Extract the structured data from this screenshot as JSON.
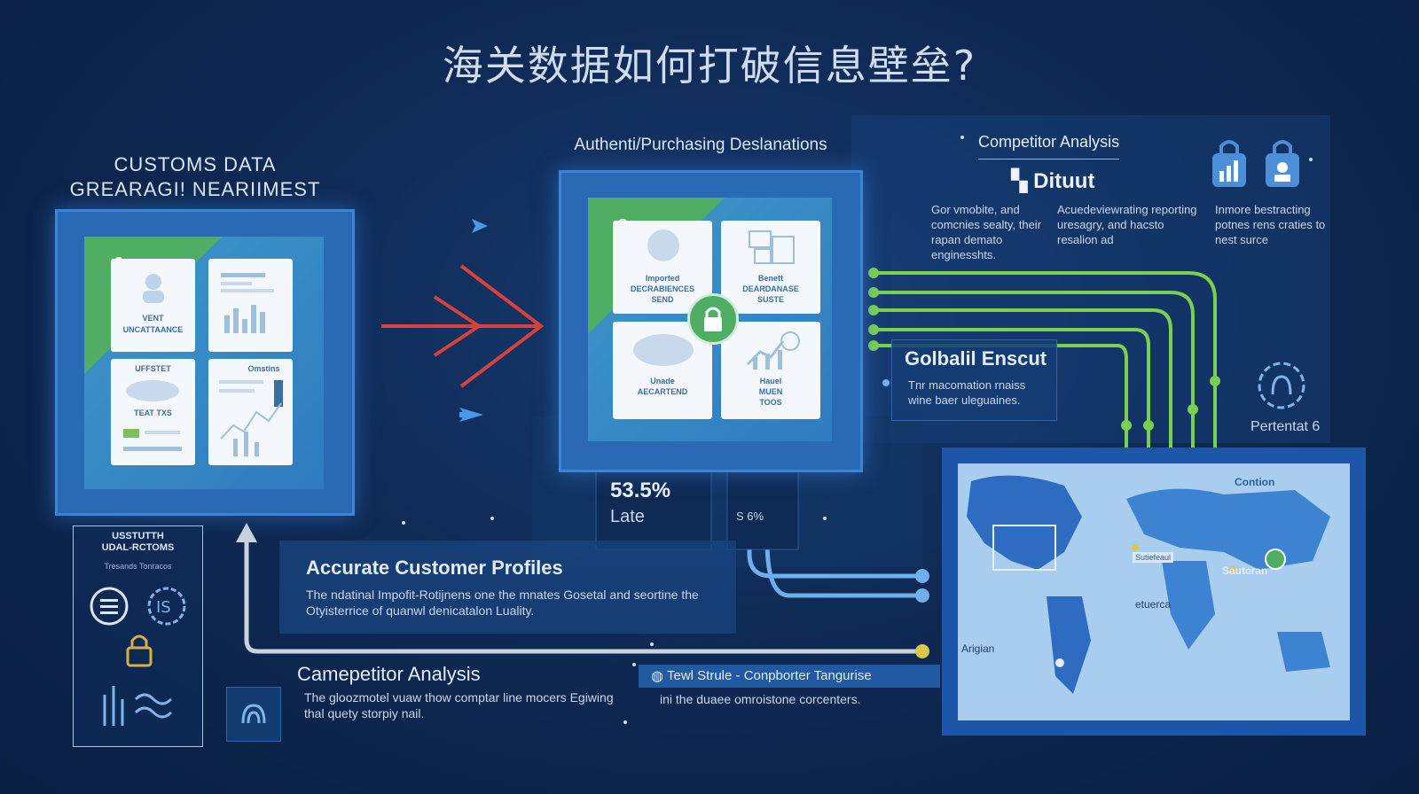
{
  "title": "海关数据如何打破信息壁垒?",
  "left_panel": {
    "header_line1": "CUSTOMS DATA",
    "header_line2": "GREARAGI! NEARIIMEST",
    "badge": "&",
    "card1_line1": "VENT",
    "card1_line2": "UNCATTAANCE",
    "card3_line1": "UFFSTET",
    "card3_line2": "TEAT TXS",
    "card4_label": "Omstins"
  },
  "center_panel": {
    "header": "Authenti/Purchasing Deslanations",
    "card1_line1": "Imported",
    "card1_line2": "DECRABIENCES",
    "card1_line3": "SEND",
    "card2_line1": "Benett",
    "card2_line2": "DEARDANASE",
    "card2_line3": "SUSTE",
    "card3_line1": "Unade",
    "card3_line2": "AECARTEND",
    "card4_line1": "Hauel",
    "card4_line2": "MUEN",
    "card4_line3": "TOOS"
  },
  "stat": {
    "value": "53.5%",
    "label": "Late",
    "tag": "S 6%"
  },
  "competitor_top": {
    "title": "Competitor Analysis",
    "brand": "Dituut",
    "col1": "Gor vmobite, and comcnies sealty, their rapan demato enginesshts.",
    "col2": "Acuedeviewrating reporting uresagry, and hacsto resalion ad",
    "col3": "Inmore bestracting potnes rens craties to nest surce"
  },
  "global": {
    "title": "Golbalil Enscut",
    "text": "Tnr macomation rnaiss wine baer uleguaines."
  },
  "potential": {
    "label": "Pertentat 6"
  },
  "profiles": {
    "title": "Accurate Customer Profiles",
    "text": "The ndatinal Impofit-Rotijnens one the mnates Gosetal and seortine the Otyisterrice of quanwl denicatalon Luality."
  },
  "competitor_bottom": {
    "title": "Camepetitor Analysis",
    "text": "The gloozmotel vuaw thow comptar line mocers Egiwing thal quety storpiy nail."
  },
  "tool": {
    "title": "Tewl Strule - Conpborter Tangurise",
    "text": "ini the duaee omroistone corcenters."
  },
  "left_small": {
    "title_line1": "USSTUTTH",
    "title_line2": "UDAL-RCTOMS",
    "subtitle": "Tresands Tonracos"
  },
  "map_labels": {
    "contion": "Contion",
    "etuerca": "etuerca",
    "arigian": "Arigian",
    "sauteran": "Sauteran",
    "map_tag": "Sutiefeaul"
  },
  "colors": {
    "background": "#0f2a55",
    "accent_green": "#6cc24a",
    "accent_red": "#d8423a",
    "panel_blue": "#2a69b3"
  },
  "icons": [
    "ampersand-icon",
    "lock-icon",
    "arrow-right-icon",
    "chart-bar-icon",
    "fingerprint-icon",
    "globe-map-icon",
    "menu-lines-icon",
    "gauge-icon",
    "waveform-icon"
  ]
}
